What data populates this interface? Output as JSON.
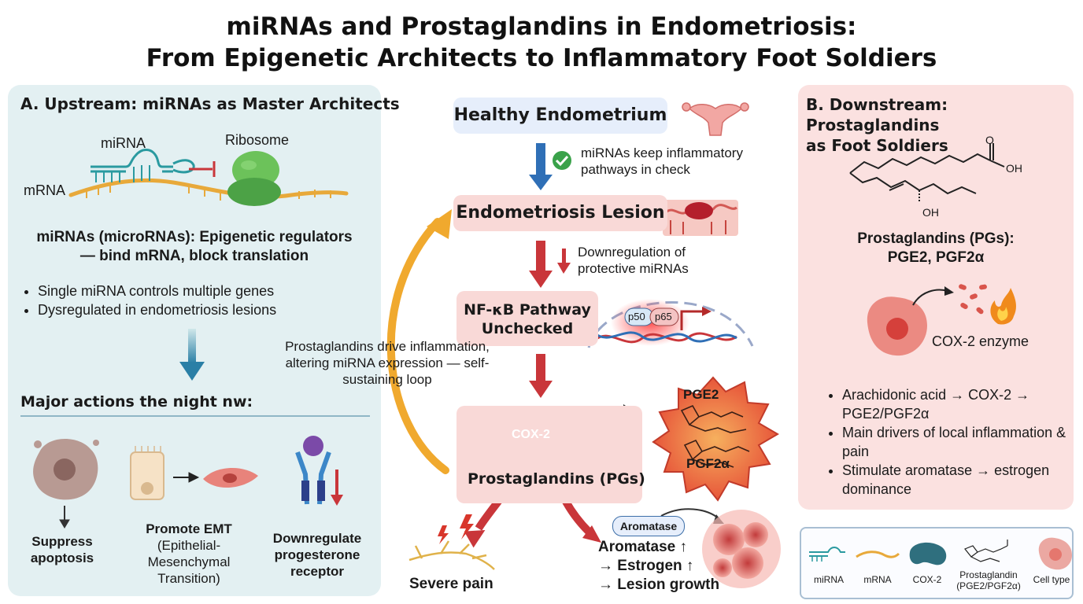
{
  "title": {
    "line1": "miRNAs and Prostaglandins in Endometriosis:",
    "line2": "From Epigenetic Architects to Inflammatory Foot Soldiers"
  },
  "panel_a": {
    "heading": "A. Upstream: miRNAs as Master Architects",
    "label_mirna": "miRNA",
    "label_ribosome": "Ribosome",
    "label_mrna": "mRNA",
    "subtitle_line1": "miRNAs (microRNAs): Epigenetic regulators",
    "subtitle_line2": "— bind mRNA, block translation",
    "bullets": [
      "Single miRNA controls multiple genes",
      "Dysregulated in endometriosis lesions"
    ],
    "actions_heading": "Major actions the night nw:",
    "action1": "Suppress apoptosis",
    "action2_title": "Promote EMT",
    "action2_detail": "(Epithelial-Mesenchymal Transition)",
    "action3": "Downregulate progesterone receptor"
  },
  "center": {
    "healthy": "Healthy Endometrium",
    "check_note": "miRNAs keep inflammatory pathways in check",
    "lesion": "Endometriosis Lesion",
    "downreg_note": "Downregulation of protective miRNAs",
    "nfkb_line1": "NF-κB Pathway",
    "nfkb_line2": "Unchecked",
    "p50": "p50",
    "p65": "p65",
    "cox2": "COX-2",
    "pgs": "Prostaglandins (PGs)",
    "pge2": "PGE2",
    "pgf2a": "PGF2α",
    "loop_note": "Prostaglandins drive inflammation, altering miRNA expression — self-sustaining loop",
    "pain": "Severe pain",
    "aromatase_badge": "Aromatase",
    "outcome1": "Aromatase ↑",
    "outcome2": "→ Estrogen ↑",
    "outcome3": "→ Lesion growth"
  },
  "panel_b": {
    "heading_line1": "B. Downstream: Prostaglandins",
    "heading_line2": "as Foot Soldiers",
    "oh_top": "OH",
    "oh_bottom": "OH",
    "o_label": "O",
    "pg_title_line1": "Prostaglandins (PGs):",
    "pg_title_line2": "PGE2, PGF2α",
    "cox_label": "COX-2 enzyme",
    "bullets": [
      "Arachidonic acid → COX-2 → PGE2/PGF2α",
      "Main drivers of local inflammation & pain",
      "Stimulate aromatase → estrogen dominance"
    ]
  },
  "legend": {
    "items": [
      "miRNA",
      "mRNA",
      "COX-2",
      "Prostaglandin (PGE2/PGF2α)",
      "Cell type"
    ]
  },
  "colors": {
    "panel_a_bg": "#e3f0f2",
    "panel_b_bg": "#fbe1e0",
    "arrow_blue": "#2f6fb6",
    "arrow_red": "#c9363a",
    "loop_orange": "#f0a92e",
    "teal": "#2a9aa0"
  }
}
